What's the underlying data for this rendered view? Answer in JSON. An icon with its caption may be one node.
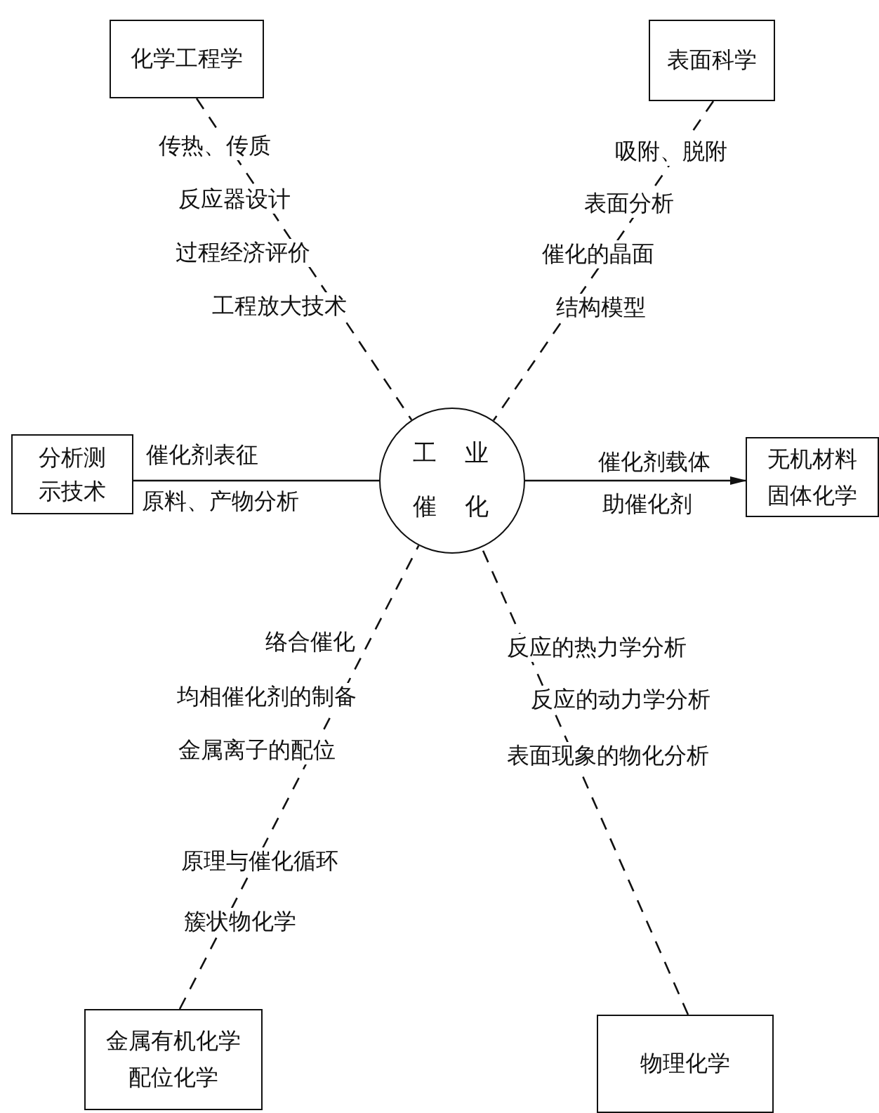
{
  "diagram": {
    "nodes": [
      {
        "text": [
          "工业催化"
        ]
      },
      {
        "text": [
          "化学工程学"
        ]
      },
      {
        "text": [
          "表面科学"
        ]
      },
      {
        "text": [
          "分析测示技术"
        ]
      },
      {
        "text": [
          "无机材料",
          "固体化学"
        ]
      },
      {
        "text": [
          "金属有机化学",
          "配位化学"
        ]
      },
      {
        "text": [
          "物理化学"
        ]
      }
    ],
    "edges": [
      {
        "from": 1,
        "to": 0,
        "arrow": "none",
        "style": "dashed"
      },
      {
        "from": 2,
        "to": 0,
        "arrow": "none",
        "style": "dashed"
      },
      {
        "from": 3,
        "to": 0,
        "arrow": "none"
      },
      {
        "from": 0,
        "to": 4,
        "arrow": "to"
      },
      {
        "from": 5,
        "to": 0,
        "arrow": "none",
        "style": "dashed"
      },
      {
        "from": 6,
        "to": 0,
        "arrow": "none",
        "style": "dashed"
      }
    ],
    "labels": [
      "传热、传质",
      "反应器设计",
      "过程经济评价",
      "工程放大技术",
      "吸附、脱附",
      "表面分析",
      "催化的晶面",
      "结构模型",
      "催化剂表征",
      "原料、产物分析",
      "催化剂载体",
      "助催化剂",
      "络合催化",
      "均相催化剂的制备",
      "金属离子的配位",
      "原理与催化循环",
      "簇状物化学",
      "反应的热力学分析",
      "反应的动力学分析",
      "表面现象的物化分析"
    ]
  }
}
